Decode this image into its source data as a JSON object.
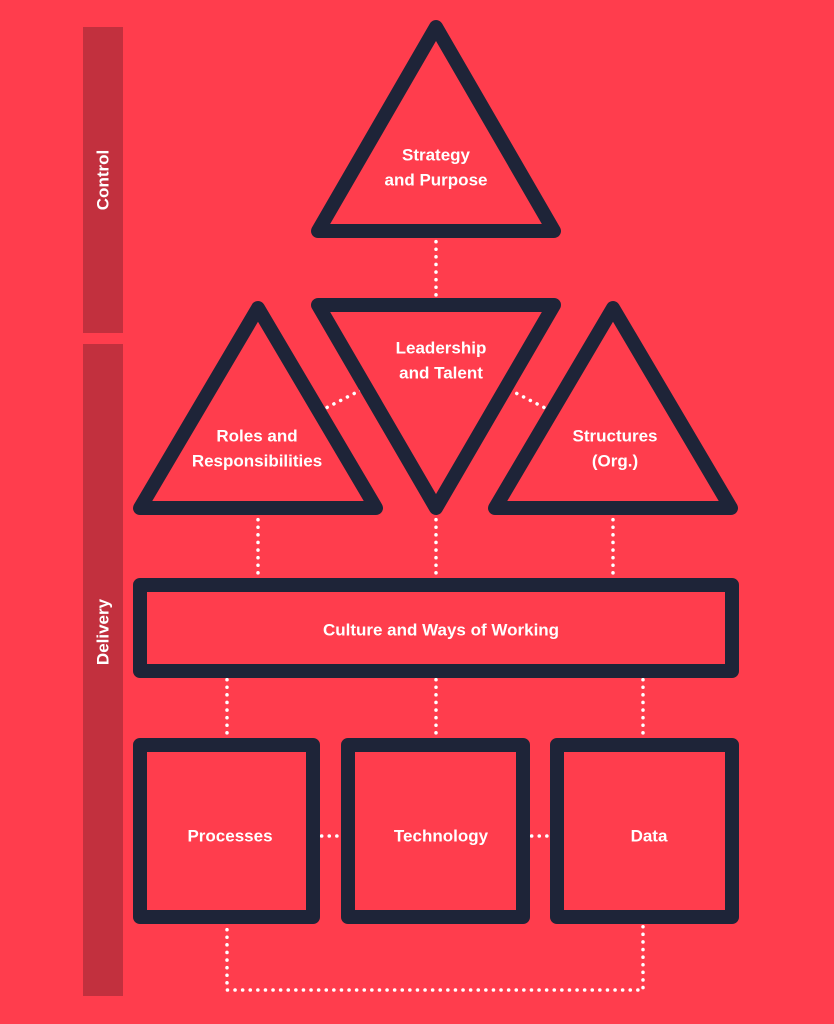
{
  "side_labels": {
    "control": "Control",
    "delivery": "Delivery"
  },
  "nodes": {
    "strategy": {
      "line1": "Strategy",
      "line2": "and Purpose"
    },
    "leadership": {
      "line1": "Leadership",
      "line2": "and Talent"
    },
    "roles": {
      "line1": "Roles and",
      "line2": "Responsibilities"
    },
    "structures": {
      "line1": "Structures",
      "line2": "(Org.)"
    },
    "culture": {
      "label": "Culture and Ways of Working"
    },
    "processes": {
      "label": "Processes"
    },
    "technology": {
      "label": "Technology"
    },
    "data": {
      "label": "Data"
    }
  },
  "colors": {
    "background": "#ff3d4d",
    "side_bar": "#c2303e",
    "shape_outline": "#1e2438",
    "text": "#ffffff",
    "connector": "#ffffff"
  }
}
